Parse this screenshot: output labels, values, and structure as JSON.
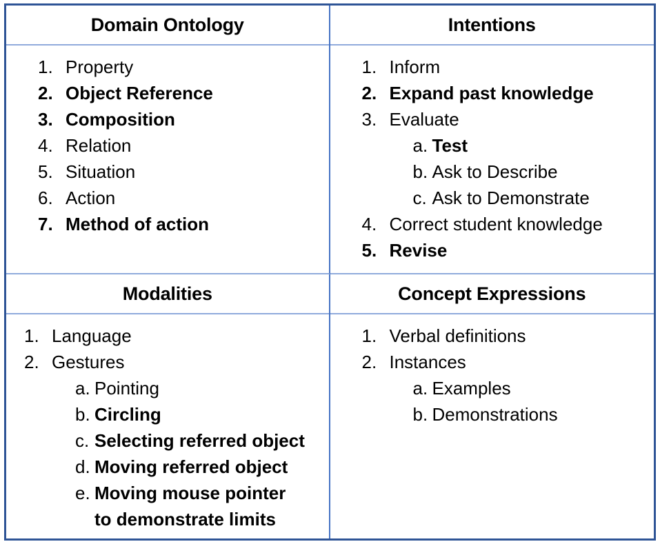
{
  "colors": {
    "outer_border": "#2E5496",
    "inner_divider_vertical": "#4472C4",
    "inner_divider_horizontal": "#8FAADC",
    "text": "#000000",
    "background": "#FFFFFF"
  },
  "quadrants": {
    "domain_ontology": {
      "title": "Domain Ontology",
      "items": [
        {
          "marker": "1.",
          "label": "Property",
          "bold": false,
          "level": 1
        },
        {
          "marker": "2.",
          "label": "Object Reference",
          "bold": true,
          "level": 1
        },
        {
          "marker": "3.",
          "label": "Composition",
          "bold": true,
          "level": 1
        },
        {
          "marker": "4.",
          "label": "Relation",
          "bold": false,
          "level": 1
        },
        {
          "marker": "5.",
          "label": "Situation",
          "bold": false,
          "level": 1
        },
        {
          "marker": "6.",
          "label": "Action",
          "bold": false,
          "level": 1
        },
        {
          "marker": "7.",
          "label": "Method of action",
          "bold": true,
          "level": 1
        }
      ]
    },
    "intentions": {
      "title": "Intentions",
      "items": [
        {
          "marker": "1.",
          "label": "Inform",
          "bold": false,
          "level": 1
        },
        {
          "marker": "2.",
          "label": "Expand past knowledge",
          "bold": true,
          "level": 1
        },
        {
          "marker": "3.",
          "label": "Evaluate",
          "bold": false,
          "level": 1
        },
        {
          "marker": "a.",
          "label": "Test",
          "bold": true,
          "level": 2
        },
        {
          "marker": "b.",
          "label": "Ask to Describe",
          "bold": false,
          "level": 2
        },
        {
          "marker": "c.",
          "label": "Ask to Demonstrate",
          "bold": false,
          "level": 2
        },
        {
          "marker": "4.",
          "label": "Correct student knowledge",
          "bold": false,
          "level": 1
        },
        {
          "marker": "5.",
          "label": "Revise",
          "bold": true,
          "level": 1
        }
      ]
    },
    "modalities": {
      "title": "Modalities",
      "items": [
        {
          "marker": "1.",
          "label": "Language",
          "bold": false,
          "level": 1
        },
        {
          "marker": "2.",
          "label": "Gestures",
          "bold": false,
          "level": 1
        },
        {
          "marker": "a.",
          "label": "Pointing",
          "bold": false,
          "level": 2
        },
        {
          "marker": "b.",
          "label": "Circling",
          "bold": true,
          "level": 2
        },
        {
          "marker": "c.",
          "label": "Selecting referred object",
          "bold": true,
          "level": 2
        },
        {
          "marker": "d.",
          "label": "Moving referred object",
          "bold": true,
          "level": 2
        },
        {
          "marker": "e.",
          "label": "Moving mouse pointer",
          "bold": true,
          "level": 2
        },
        {
          "marker": "",
          "label": "to demonstrate limits",
          "bold": true,
          "level": 3
        }
      ]
    },
    "concept_expressions": {
      "title": "Concept Expressions",
      "items": [
        {
          "marker": "1.",
          "label": "Verbal definitions",
          "bold": false,
          "level": 1
        },
        {
          "marker": "2.",
          "label": "Instances",
          "bold": false,
          "level": 1
        },
        {
          "marker": "a.",
          "label": "Examples",
          "bold": false,
          "level": 2
        },
        {
          "marker": "b.",
          "label": "Demonstrations",
          "bold": false,
          "level": 2
        }
      ]
    }
  }
}
